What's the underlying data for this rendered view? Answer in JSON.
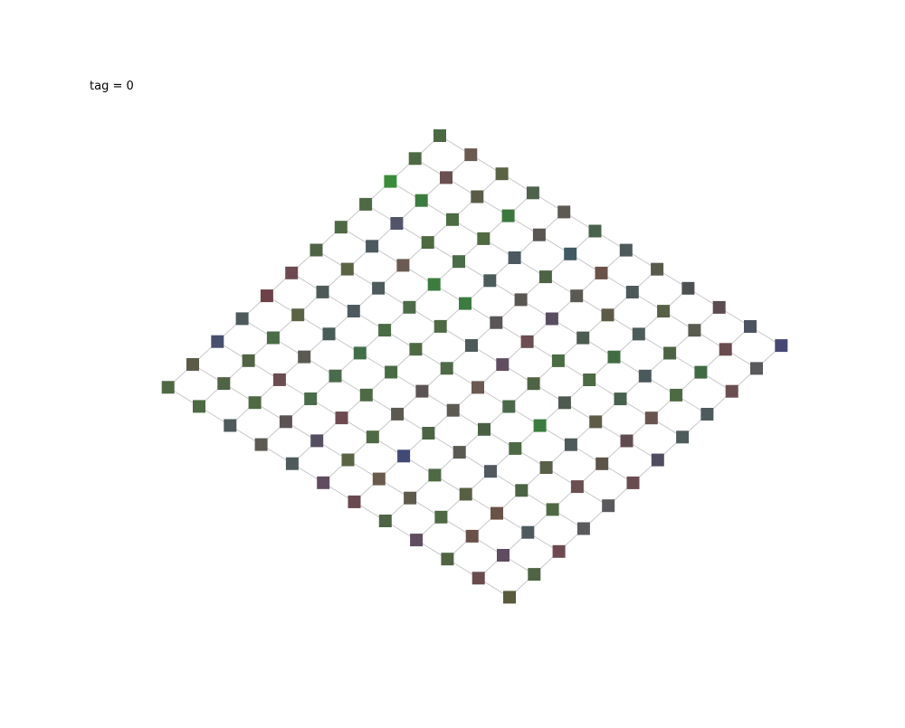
{
  "label": "tag = 0",
  "grid": {
    "rows": 12,
    "cols": 12
  },
  "node_colors": [
    [
      "#4b6a44",
      "#6a5a52",
      "#5a6444",
      "#4e624c",
      "#5c5a52",
      "#48624c",
      "#4e5a5a",
      "#585a4c",
      "#4c5252",
      "#5c4c52",
      "#4c5462",
      "#464874"
    ],
    [
      "#4e6a44",
      "#6a5050",
      "#5a5c48",
      "#3b783e",
      "#5a5652",
      "#405a64",
      "#6a5248",
      "#4c5a5a",
      "#586048",
      "#5a5c50",
      "#6a4c4e",
      "#5a5a5c"
    ],
    [
      "#3b8c3a",
      "#3c7c3e",
      "#4c6c44",
      "#506a42",
      "#4a5a60",
      "#4c6444",
      "#5a5a52",
      "#5e5a48",
      "#4c5c5a",
      "#4c6444",
      "#406a44",
      "#6a4e50"
    ],
    [
      "#4e6a44",
      "#52546a",
      "#4e6a40",
      "#4a6c48",
      "#4c5c5a",
      "#5a5652",
      "#584e60",
      "#4c5c50",
      "#406c44",
      "#4a5a5c",
      "#4e6a44",
      "#4e5a5c"
    ],
    [
      "#4e6a44",
      "#4c5a60",
      "#6a5a52",
      "#3c7c3e",
      "#3c7c40",
      "#5a5658",
      "#6a4e52",
      "#4c6c44",
      "#4e6a44",
      "#48604e",
      "#6a5450",
      "#4e5c5c"
    ],
    [
      "#4e6444",
      "#5a6444",
      "#4e5a5c",
      "#4c6c48",
      "#4e6a44",
      "#4e5a5a",
      "#604e60",
      "#4e6444",
      "#4e5a50",
      "#5e5c48",
      "#604c50",
      "#504c60"
    ],
    [
      "#6e4a50",
      "#4e5a58",
      "#4c5a60",
      "#4a6c44",
      "#4e6a44",
      "#4e6a48",
      "#6a5a52",
      "#4c6a4a",
      "#3c7c40",
      "#4e5a5a",
      "#5c5448",
      "#6a4c50"
    ],
    [
      "#6e4048",
      "#5a6444",
      "#4a5c58",
      "#426e48",
      "#4a6c44",
      "#5c5454",
      "#5c5a52",
      "#4a6044",
      "#4e6a44",
      "#586048",
      "#6a5050",
      "#5a5a5c"
    ],
    [
      "#4c5a5c",
      "#4c6c48",
      "#5a5a52",
      "#4a6c4c",
      "#4e6a44",
      "#5c5a50",
      "#4c6444",
      "#5a5a52",
      "#525a60",
      "#4c6444",
      "#4e6a44",
      "#5a5a5c"
    ],
    [
      "#48506e",
      "#526444",
      "#6a4e52",
      "#4a6c4a",
      "#6e4a50",
      "#4e6a44",
      "#404a74",
      "#4e6a44",
      "#586044",
      "#6a5248",
      "#4c5a5e",
      "#6e4a50"
    ],
    [
      "#5c5a48",
      "#4e6444",
      "#4e6a44",
      "#5c5454",
      "#544e60",
      "#5a6444",
      "#6a5a4c",
      "#5e5a4c",
      "#4e6a44",
      "#6a5248",
      "#604c60",
      "#506444"
    ],
    [
      "#4e6a44",
      "#4e6a44",
      "#4e5a5c",
      "#5c5a52",
      "#4e5a5c",
      "#604c60",
      "#6a4850",
      "#4e6444",
      "#604e60",
      "#506444",
      "#6a4c4c",
      "#5a5a3c"
    ]
  ]
}
